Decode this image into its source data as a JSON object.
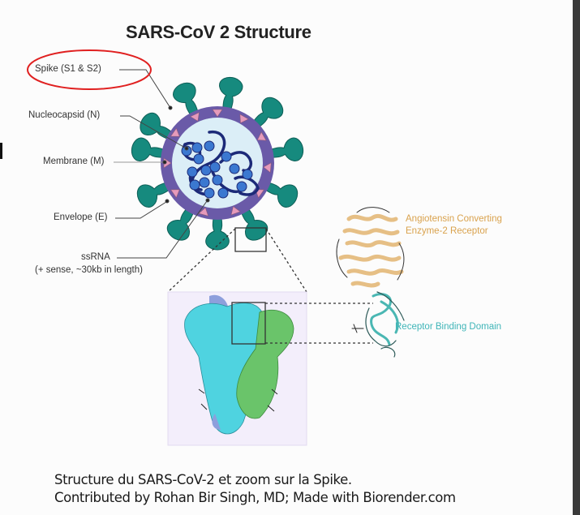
{
  "title": "SARS-CoV 2 Structure",
  "labels": {
    "spike": "Spike (S1 & S2)",
    "nucleocapsid": "Nucleocapsid (N)",
    "membrane": "Membrane (M)",
    "envelope": "Envelope (E)",
    "ssrna": "ssRNA",
    "ssrna_detail": "(+ sense, ~30kb in length)",
    "ace2_line1": "Angiotensin Converting",
    "ace2_line2": "Enzyme-2 Receptor",
    "rbd": "Receptor Binding Domain"
  },
  "caption": {
    "line1": "Structure du SARS-CoV-2 et zoom sur la Spike.",
    "line2": "Contributed by Rohan Bir Singh, MD; Made with Biorender.com"
  },
  "colors": {
    "spike_teal": "#168a7e",
    "membrane_purple": "#6a5aa8",
    "envelope_pink": "#e59abb",
    "interior_lightblue": "#dbeef7",
    "rna_navy": "#1c2a78",
    "nucleocapsid_blue": "#3b78d0",
    "highlight_red": "#e02020",
    "ace2_tan": "#d9a24d",
    "rbd_cyan": "#3fb5b8",
    "panel_lavender": "#f3eefb"
  }
}
